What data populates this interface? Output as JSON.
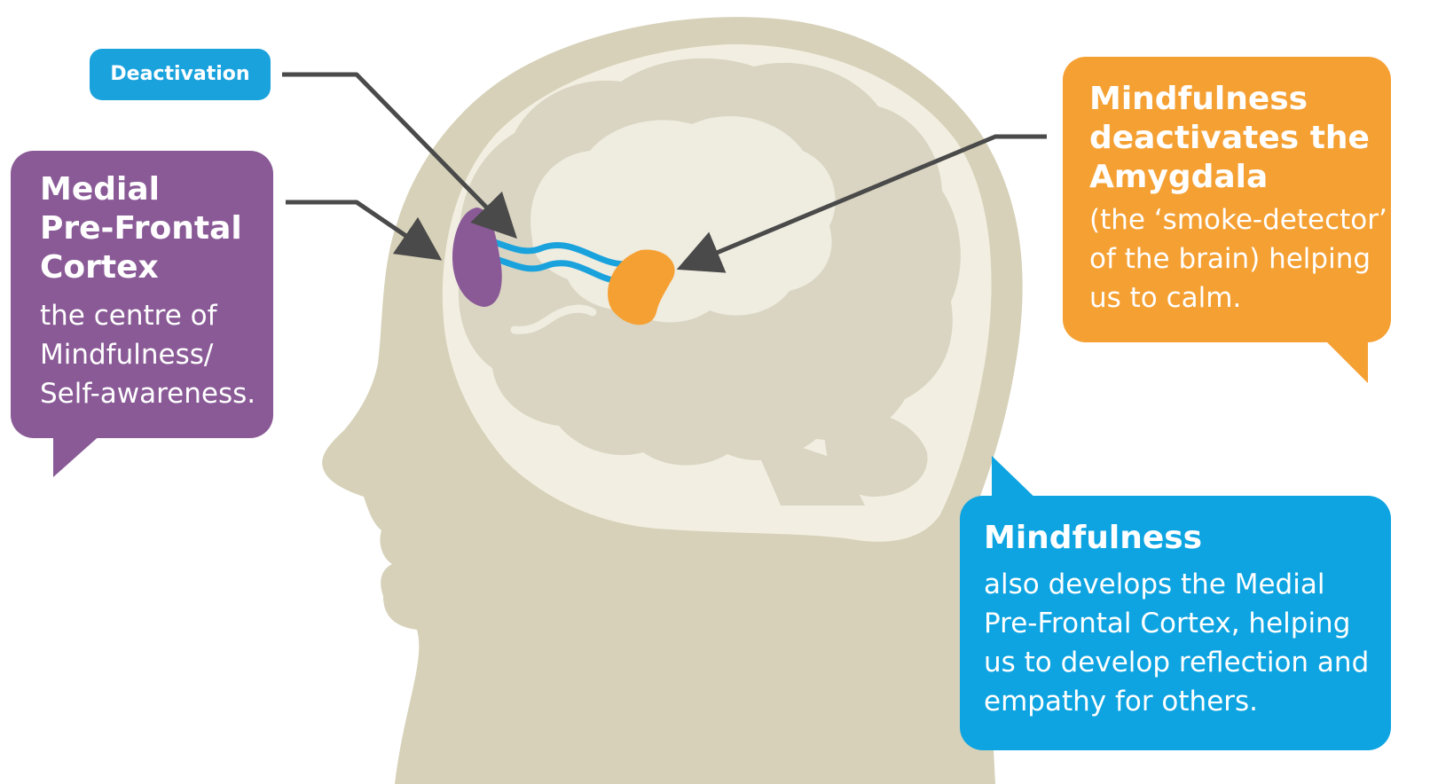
{
  "colors": {
    "background": "#ffffff",
    "head": "#d6d1b8",
    "brain_area": "#f2efe2",
    "brain": "#d9d5c2",
    "limbic": "#efece0",
    "mpfc_purple": "#8a5a97",
    "amygdala_orange": "#f5a033",
    "pathway_blue": "#1aa2dd",
    "arrow_gray": "#4a4a4a"
  },
  "labels": {
    "deactivation": "Deactivation"
  },
  "mpfc_callout": {
    "heading_lines": [
      "Medial",
      "Pre-Frontal",
      "Cortex"
    ],
    "body_lines": [
      "the centre of",
      "Mindfulness/",
      "Self-awareness."
    ]
  },
  "amygdala_callout": {
    "heading_lines": [
      "Mindfulness",
      "deactivates the",
      "Amygdala"
    ],
    "body_lines": [
      "(the ‘smoke-detector’",
      "of the brain) helping",
      "us to calm."
    ]
  },
  "mindfulness_callout": {
    "heading": "Mindfulness",
    "body_lines": [
      "also develops the Medial",
      "Pre-Frontal Cortex, helping",
      "us to develop reflection and",
      "empathy for others."
    ]
  },
  "icons": [
    "head-silhouette",
    "brain-shape",
    "arrow-pointer"
  ]
}
